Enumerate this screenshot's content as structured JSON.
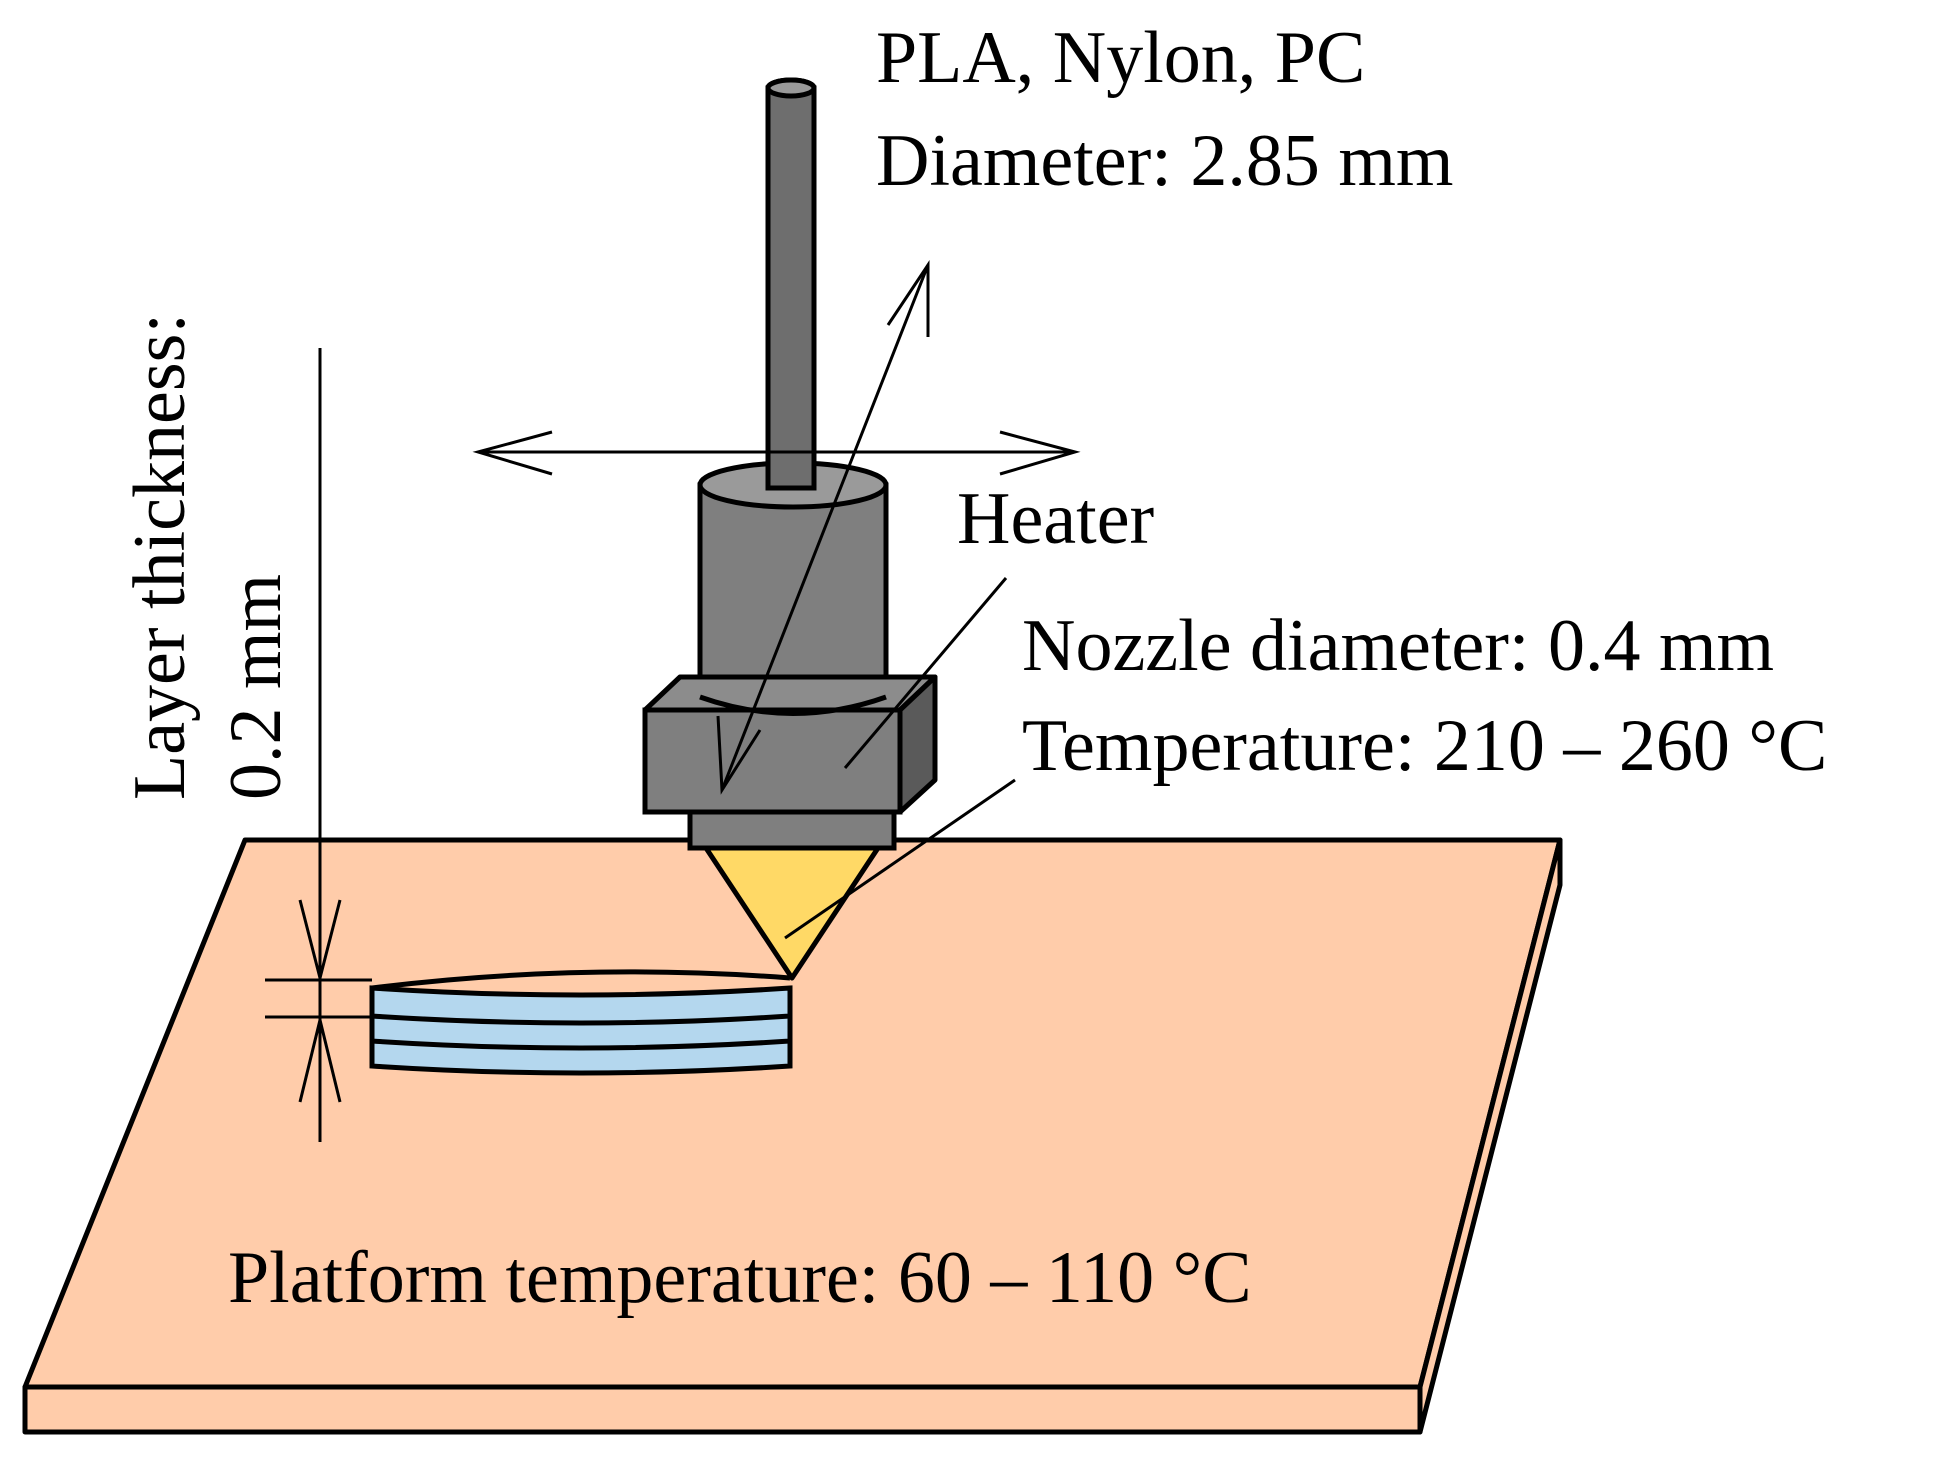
{
  "labels": {
    "material": "PLA, Nylon, PC",
    "filament_diameter": "Diameter: 2.85 mm",
    "heater": "Heater",
    "nozzle_diameter": "Nozzle diameter: 0.4 mm",
    "nozzle_temperature": "Temperature: 210 – 260 °C",
    "platform_temperature": "Platform temperature: 60 – 110 °C",
    "layer_thickness_title": "Layer thickness:",
    "layer_thickness_value": "0.2 mm"
  },
  "colors": {
    "platform_top": "#FFCCAA",
    "platform_side": "#FFCCAA",
    "heater_block": "#7F7F7F",
    "heater_block_side": "#5A5A5A",
    "filament_rod": "#6E6E6E",
    "nozzle_tip": "#FFD966",
    "printed_layers": "#B4D7EE",
    "outline": "#000000"
  }
}
